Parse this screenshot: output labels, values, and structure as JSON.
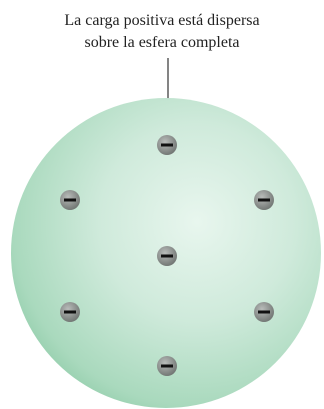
{
  "caption": {
    "line1": "La carga positiva está dispersa",
    "line2": "sobre la esfera completa"
  },
  "sphere": {
    "fill_inner": "#e6f4ec",
    "fill_mid": "#bfe3ce",
    "fill_outer": "#94cfad",
    "label_line_color": "#333333"
  },
  "electrons": {
    "count": 7,
    "fill": "#7a7f7c",
    "sign_color": "#111111",
    "icon": "negative-charge-icon"
  }
}
